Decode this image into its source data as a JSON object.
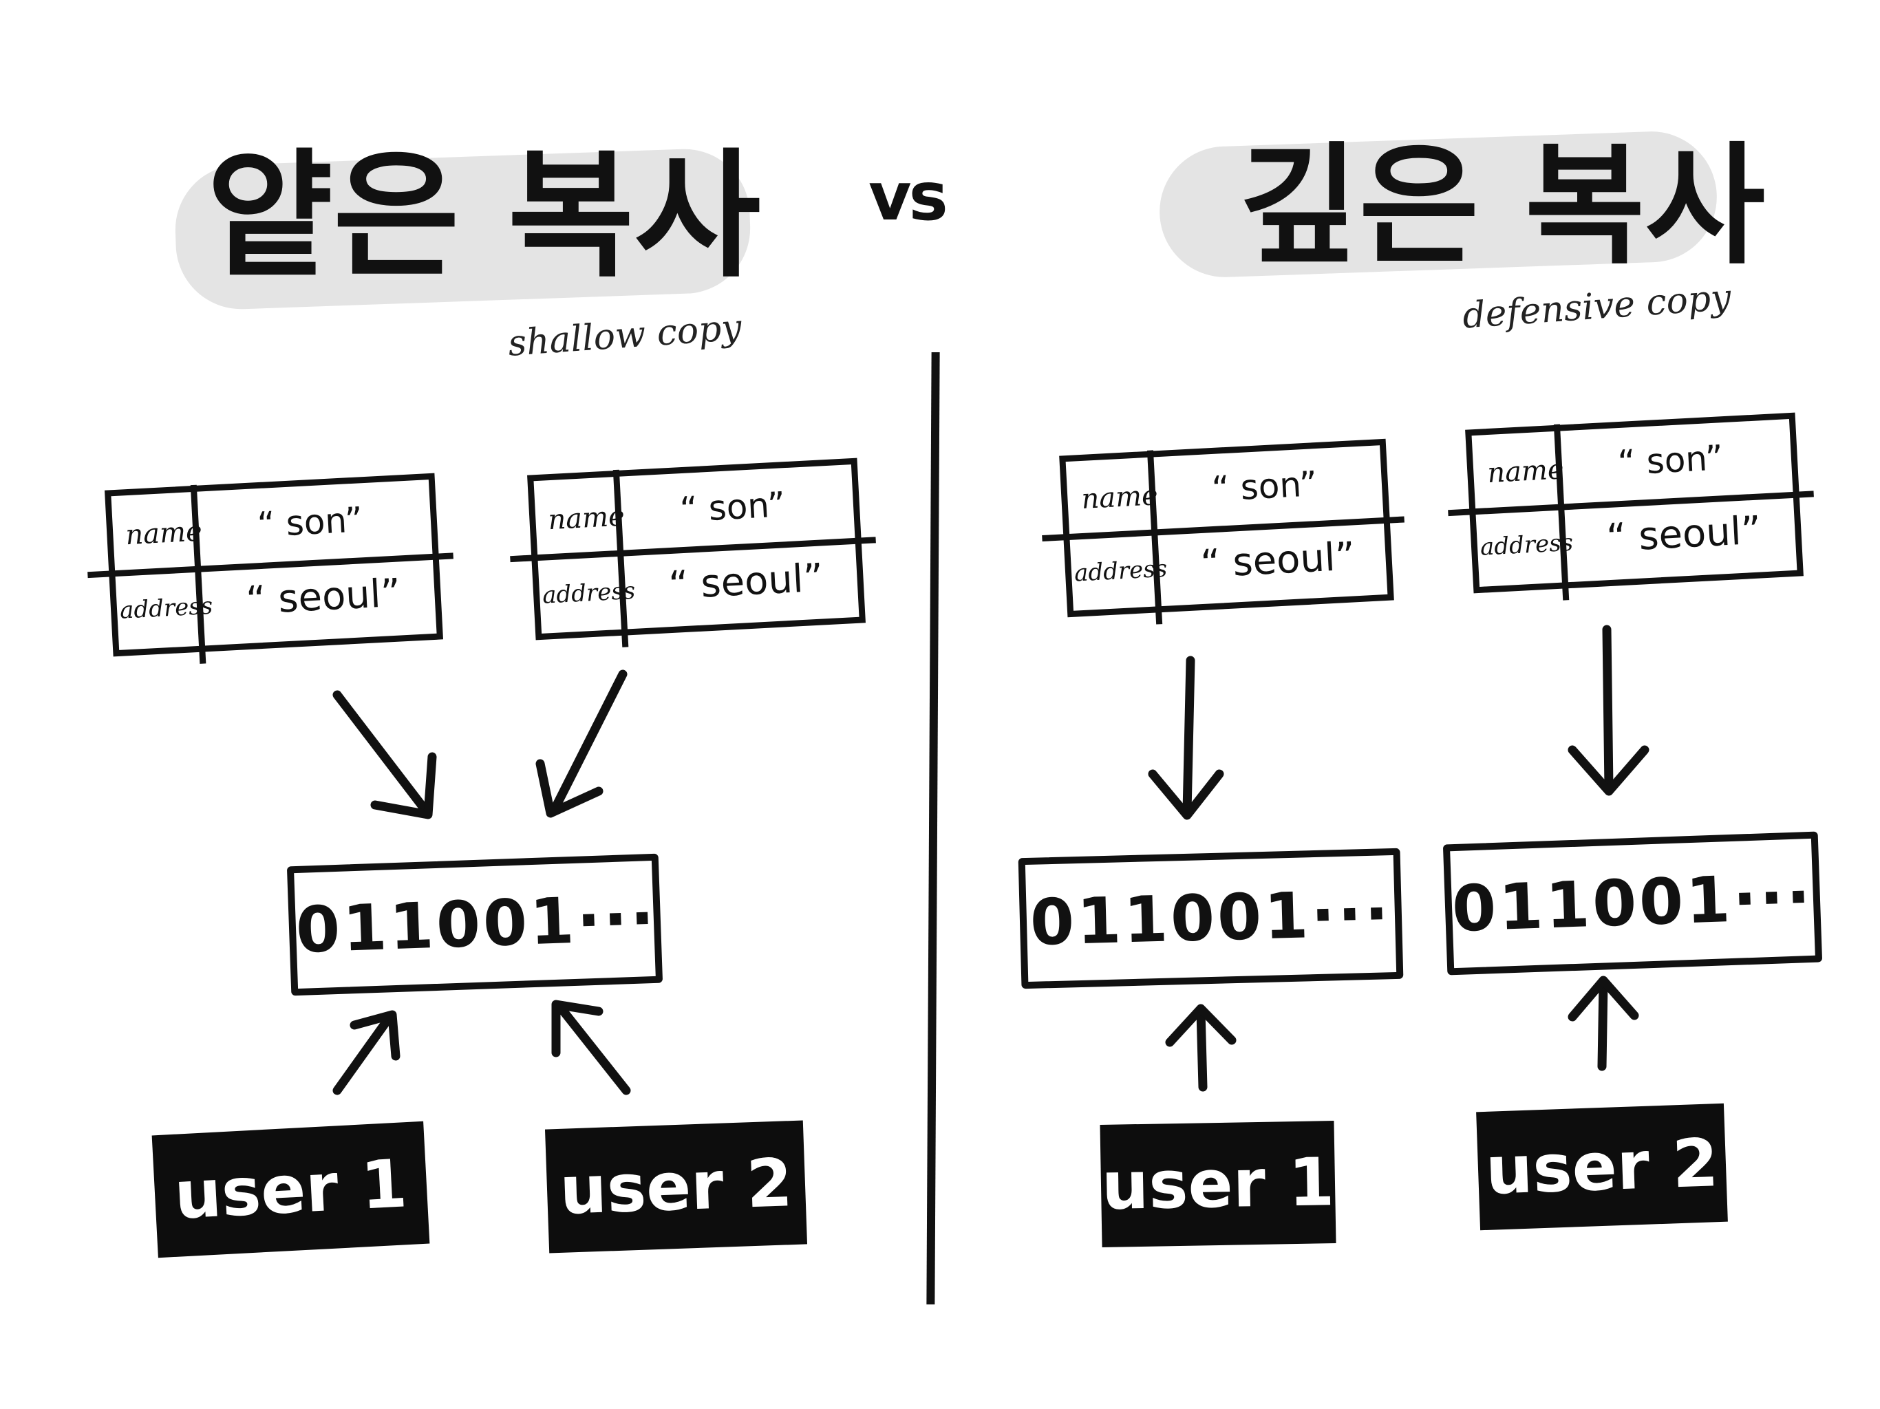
{
  "left": {
    "title": "얕은 복사",
    "subtitle": "shallow copy",
    "tables": [
      {
        "name_key": "name",
        "name_val": "“ son”",
        "addr_key": "address",
        "addr_val": "“ seoul”"
      },
      {
        "name_key": "name",
        "name_val": "“ son”",
        "addr_key": "address",
        "addr_val": "“ seoul”"
      }
    ],
    "memory": [
      "011001···"
    ],
    "users": [
      "user 1",
      "user 2"
    ]
  },
  "vs": "vs",
  "right": {
    "title": "깊은 복사",
    "subtitle": "defensive copy",
    "tables": [
      {
        "name_key": "name",
        "name_val": "“ son”",
        "addr_key": "address",
        "addr_val": "“ seoul”"
      },
      {
        "name_key": "name",
        "name_val": "“ son”",
        "addr_key": "address",
        "addr_val": "“ seoul”"
      }
    ],
    "memory": [
      "011001···",
      "011001···"
    ],
    "users": [
      "user 1",
      "user 2"
    ]
  },
  "colors": {
    "ink": "#111111",
    "highlight": "#e4e4e4",
    "paper": "#ffffff"
  }
}
